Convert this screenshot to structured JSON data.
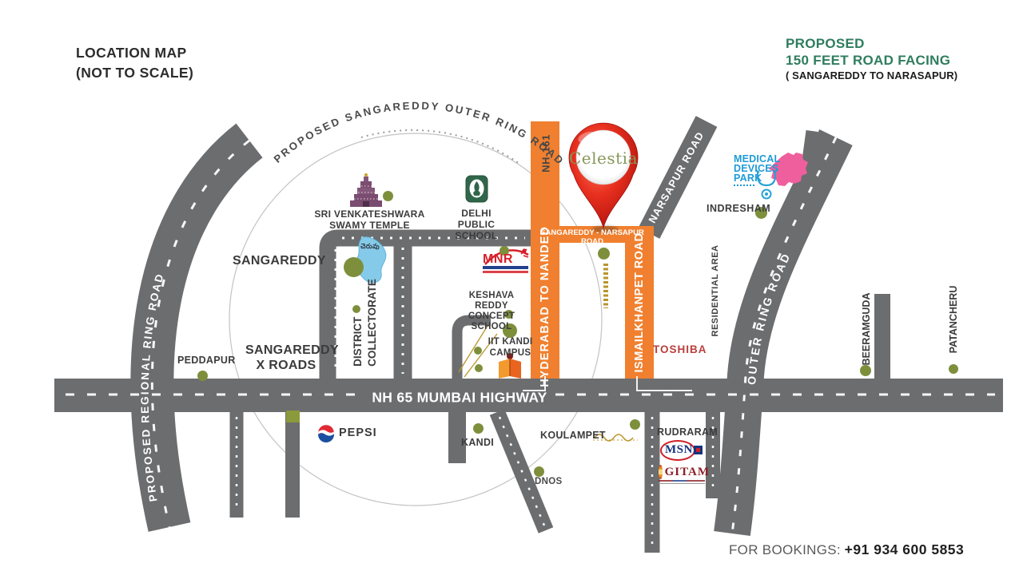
{
  "header": {
    "title_line1": "LOCATION MAP",
    "title_line2": "(NOT TO SCALE)",
    "proposed_line1": "PROPOSED",
    "proposed_line2": "150 FEET ROAD FACING",
    "proposed_line3": "( SANGAREDDY TO NARASAPUR)"
  },
  "footer": {
    "bookings_label": "FOR BOOKINGS:",
    "phone": "+91 934 600 5853"
  },
  "project": {
    "name": "Celestia"
  },
  "roads": {
    "regional_ring": "PROPOSED REGIONAL RING ROAD",
    "sangareddy_outer_ring": "PROPOSED SANGAREDDY OUTER RING ROAD",
    "nh65": "NH 65 MUMBAI HIGHWAY",
    "outer_ring": "OUTER RING ROAD",
    "narsapur": "NARSAPUR ROAD",
    "nh161": "NH-161",
    "hyderabad_to_nanded": "HYDERABAD TO NANDED",
    "sangareddy_narsapur": "SANGAREDDY - NARSAPUR ROAD",
    "ismailkhanpet": "ISMAILKHANPET ROAD"
  },
  "places": {
    "sangareddy": "SANGAREDDY",
    "sangareddy_x_roads_line1": "SANGAREDDY",
    "sangareddy_x_roads_line2": "X ROADS",
    "district_line1": "DISTRICT",
    "district_line2": "COLLECTORATE",
    "temple_line1": "SRI VENKATESHWARA",
    "temple_line2": "SWAMY TEMPLE",
    "dps_line1": "DELHI",
    "dps_line2": "PUBLIC SCHOOL",
    "keshava_line1": "KESHAVA REDDY",
    "keshava_line2": "CONCEPT SCHOOL",
    "iit_line1": "IIT KANDI",
    "iit_line2": "CAMPUS",
    "lake": "చెరువు",
    "peddapur": "PEDDAPUR",
    "kandi": "KANDI",
    "koulampet": "KOULAMPET",
    "dnos": "DNOS",
    "rudraram": "RUDRARAM",
    "toshiba": "TOSHIBA",
    "residential_area": "RESIDENTIAL AREA",
    "indresham": "INDRESHAM",
    "beeramguda": "BEERAMGUDA",
    "patancheru": "PATANCHERU"
  },
  "brands": {
    "pepsi": "PEPSI",
    "mnr": "MNR",
    "msn": "MSN",
    "gitam": "GITAM",
    "mdp_line1": "MEDICAL",
    "mdp_line2": "DEVICES",
    "mdp_line3": "PARK"
  },
  "colors": {
    "road_gray": "#6c6d6f",
    "road_orange": "#f0802f",
    "accent_green": "#2f7d5e",
    "dot_olive": "#7e8f3c",
    "pin_red": "#d21d12",
    "mdp_blue": "#1e9bd7",
    "mdp_pink": "#ef5f9e",
    "toshiba_red": "#b9403d",
    "gold": "#b9952c"
  }
}
